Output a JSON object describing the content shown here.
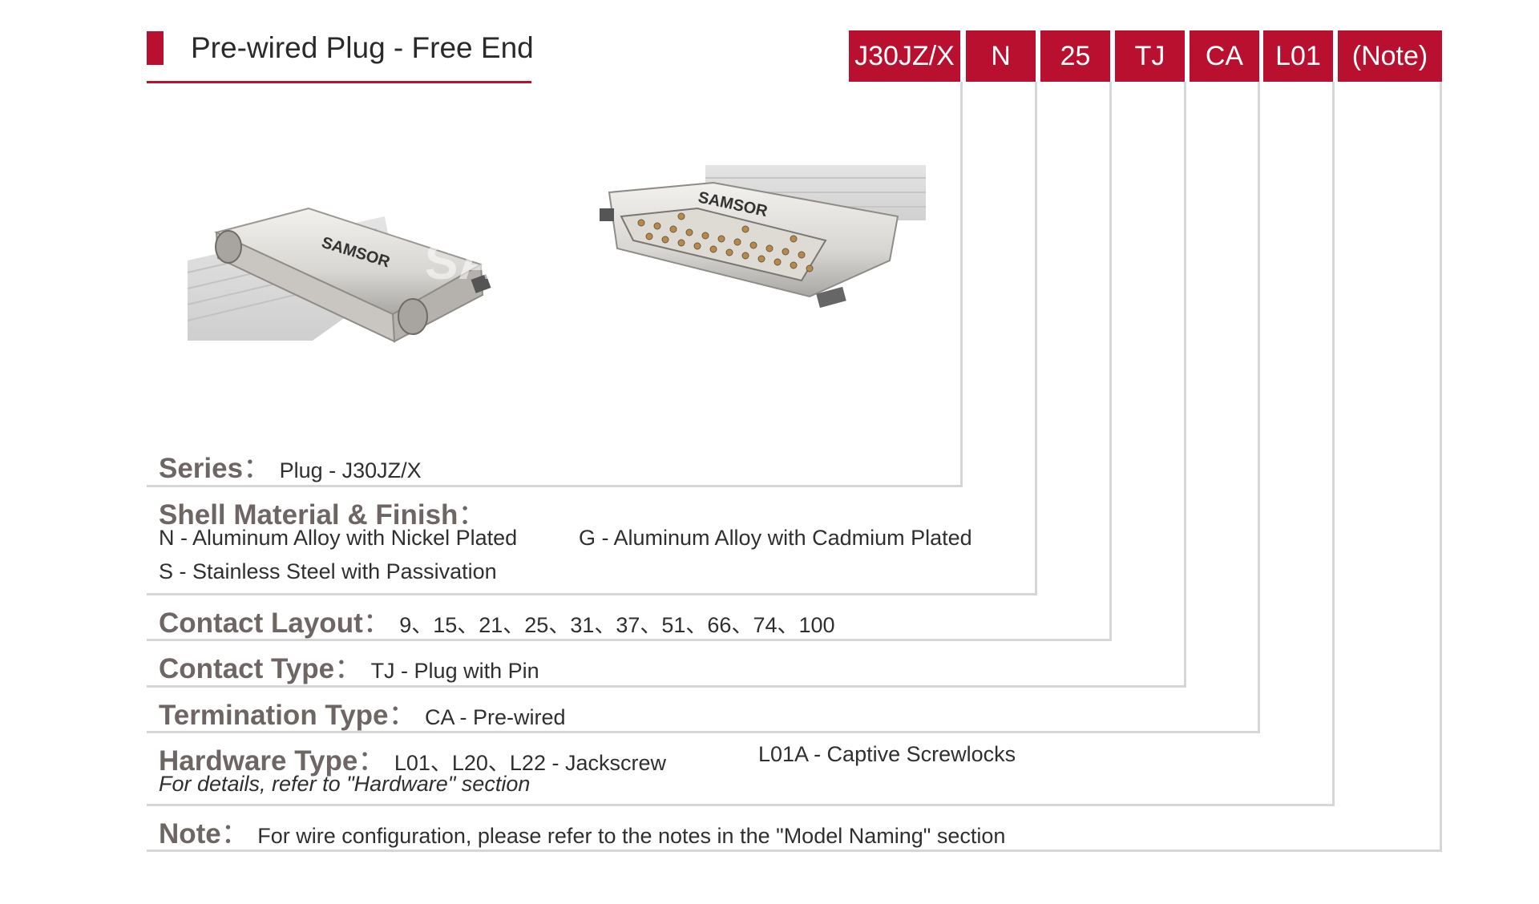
{
  "header": {
    "title": "Pre-wired Plug - Free End"
  },
  "codes": [
    "J30JZ/X",
    "N",
    "25",
    "TJ",
    "CA",
    "L01",
    "(Note)"
  ],
  "product": {
    "brand_logo_text": "SAMSOR",
    "watermark_text": "SAMSOR"
  },
  "rows": {
    "series": {
      "label": "Series",
      "value": "Plug - J30JZ/X"
    },
    "shell": {
      "label": "Shell Material & Finish",
      "options": [
        "N - Aluminum Alloy with Nickel Plated",
        "G - Aluminum Alloy with Cadmium Plated",
        "S - Stainless Steel with Passivation"
      ]
    },
    "layout": {
      "label": "Contact Layout",
      "value": "9、15、21、25、31、37、51、66、74、100"
    },
    "contact_type": {
      "label": "Contact Type",
      "value": "TJ - Plug with Pin"
    },
    "termination": {
      "label": "Termination Type",
      "value": "CA - Pre-wired"
    },
    "hardware": {
      "label": "Hardware Type",
      "value": "L01、L20、L22 - Jackscrew",
      "value2": "L01A - Captive Screwlocks",
      "detail": "For details, refer to \"Hardware\" section"
    },
    "note": {
      "label": "Note",
      "value": "For wire configuration, please refer to the notes in the \"Model Naming\" section"
    }
  },
  "colon": "：",
  "colors": {
    "accent": "#b8102e",
    "rule": "#d6d6d6",
    "label": "#6e6664"
  }
}
